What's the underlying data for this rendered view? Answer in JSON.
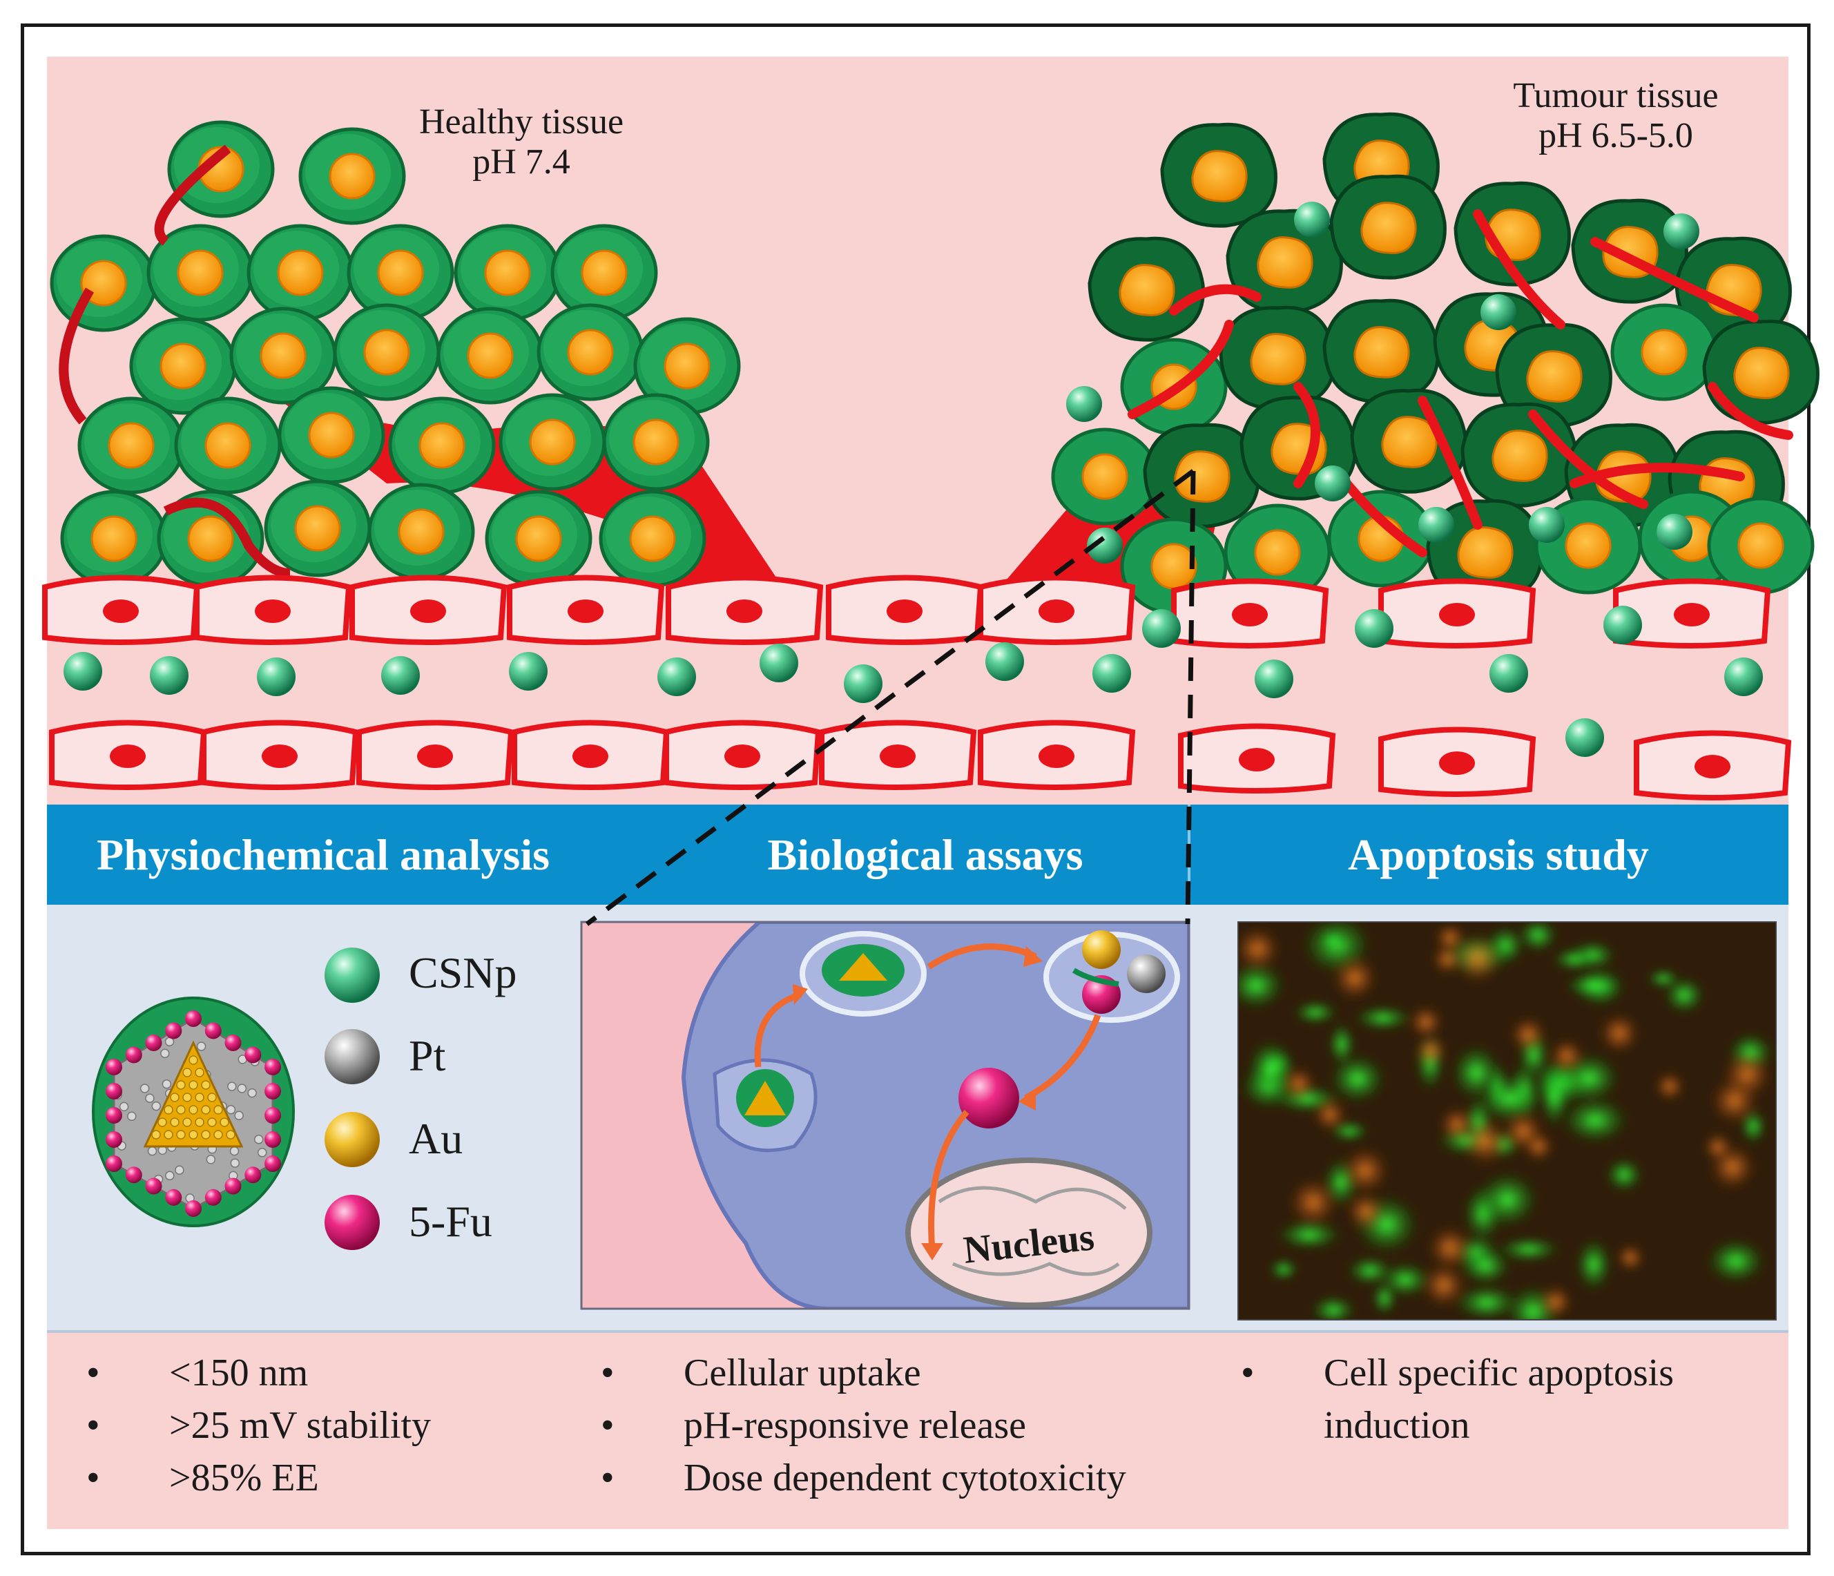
{
  "tissues": {
    "healthy": {
      "title": "Healthy  tissue",
      "ph": "pH 7.4"
    },
    "tumour": {
      "title": "Tumour tissue",
      "ph": "pH 6.5-5.0"
    }
  },
  "panels": [
    {
      "header": "Physiochemical  analysis"
    },
    {
      "header": "Biological  assays"
    },
    {
      "header": "Apoptosis  study"
    }
  ],
  "legend": [
    {
      "label": "CSNp",
      "color": "#1e9e6a"
    },
    {
      "label": "Pt",
      "color": "#8c8c8c"
    },
    {
      "label": "Au",
      "color": "#e8a800"
    },
    {
      "label": "5-Fu",
      "color": "#e0106e"
    }
  ],
  "nucleus_label": "Nucleus",
  "bullets": {
    "physiochemical": [
      "<150  nm",
      ">25  mV stability",
      ">85% EE"
    ],
    "biological": [
      "Cellular  uptake",
      "pH-responsive release",
      "Dose dependent cytotoxicity"
    ],
    "apoptosis": [
      "Cell specific apoptosis",
      "induction"
    ]
  },
  "colors": {
    "background_pink": "#f9d2d2",
    "header_blue": "#0a8fcc",
    "panel_grey": "#dde6f0",
    "vessel_red": "#e8141c",
    "cell_green": "#1a9a52",
    "cell_core": "#f5a000",
    "cytoplasm_blue": "#7e8cc6"
  }
}
